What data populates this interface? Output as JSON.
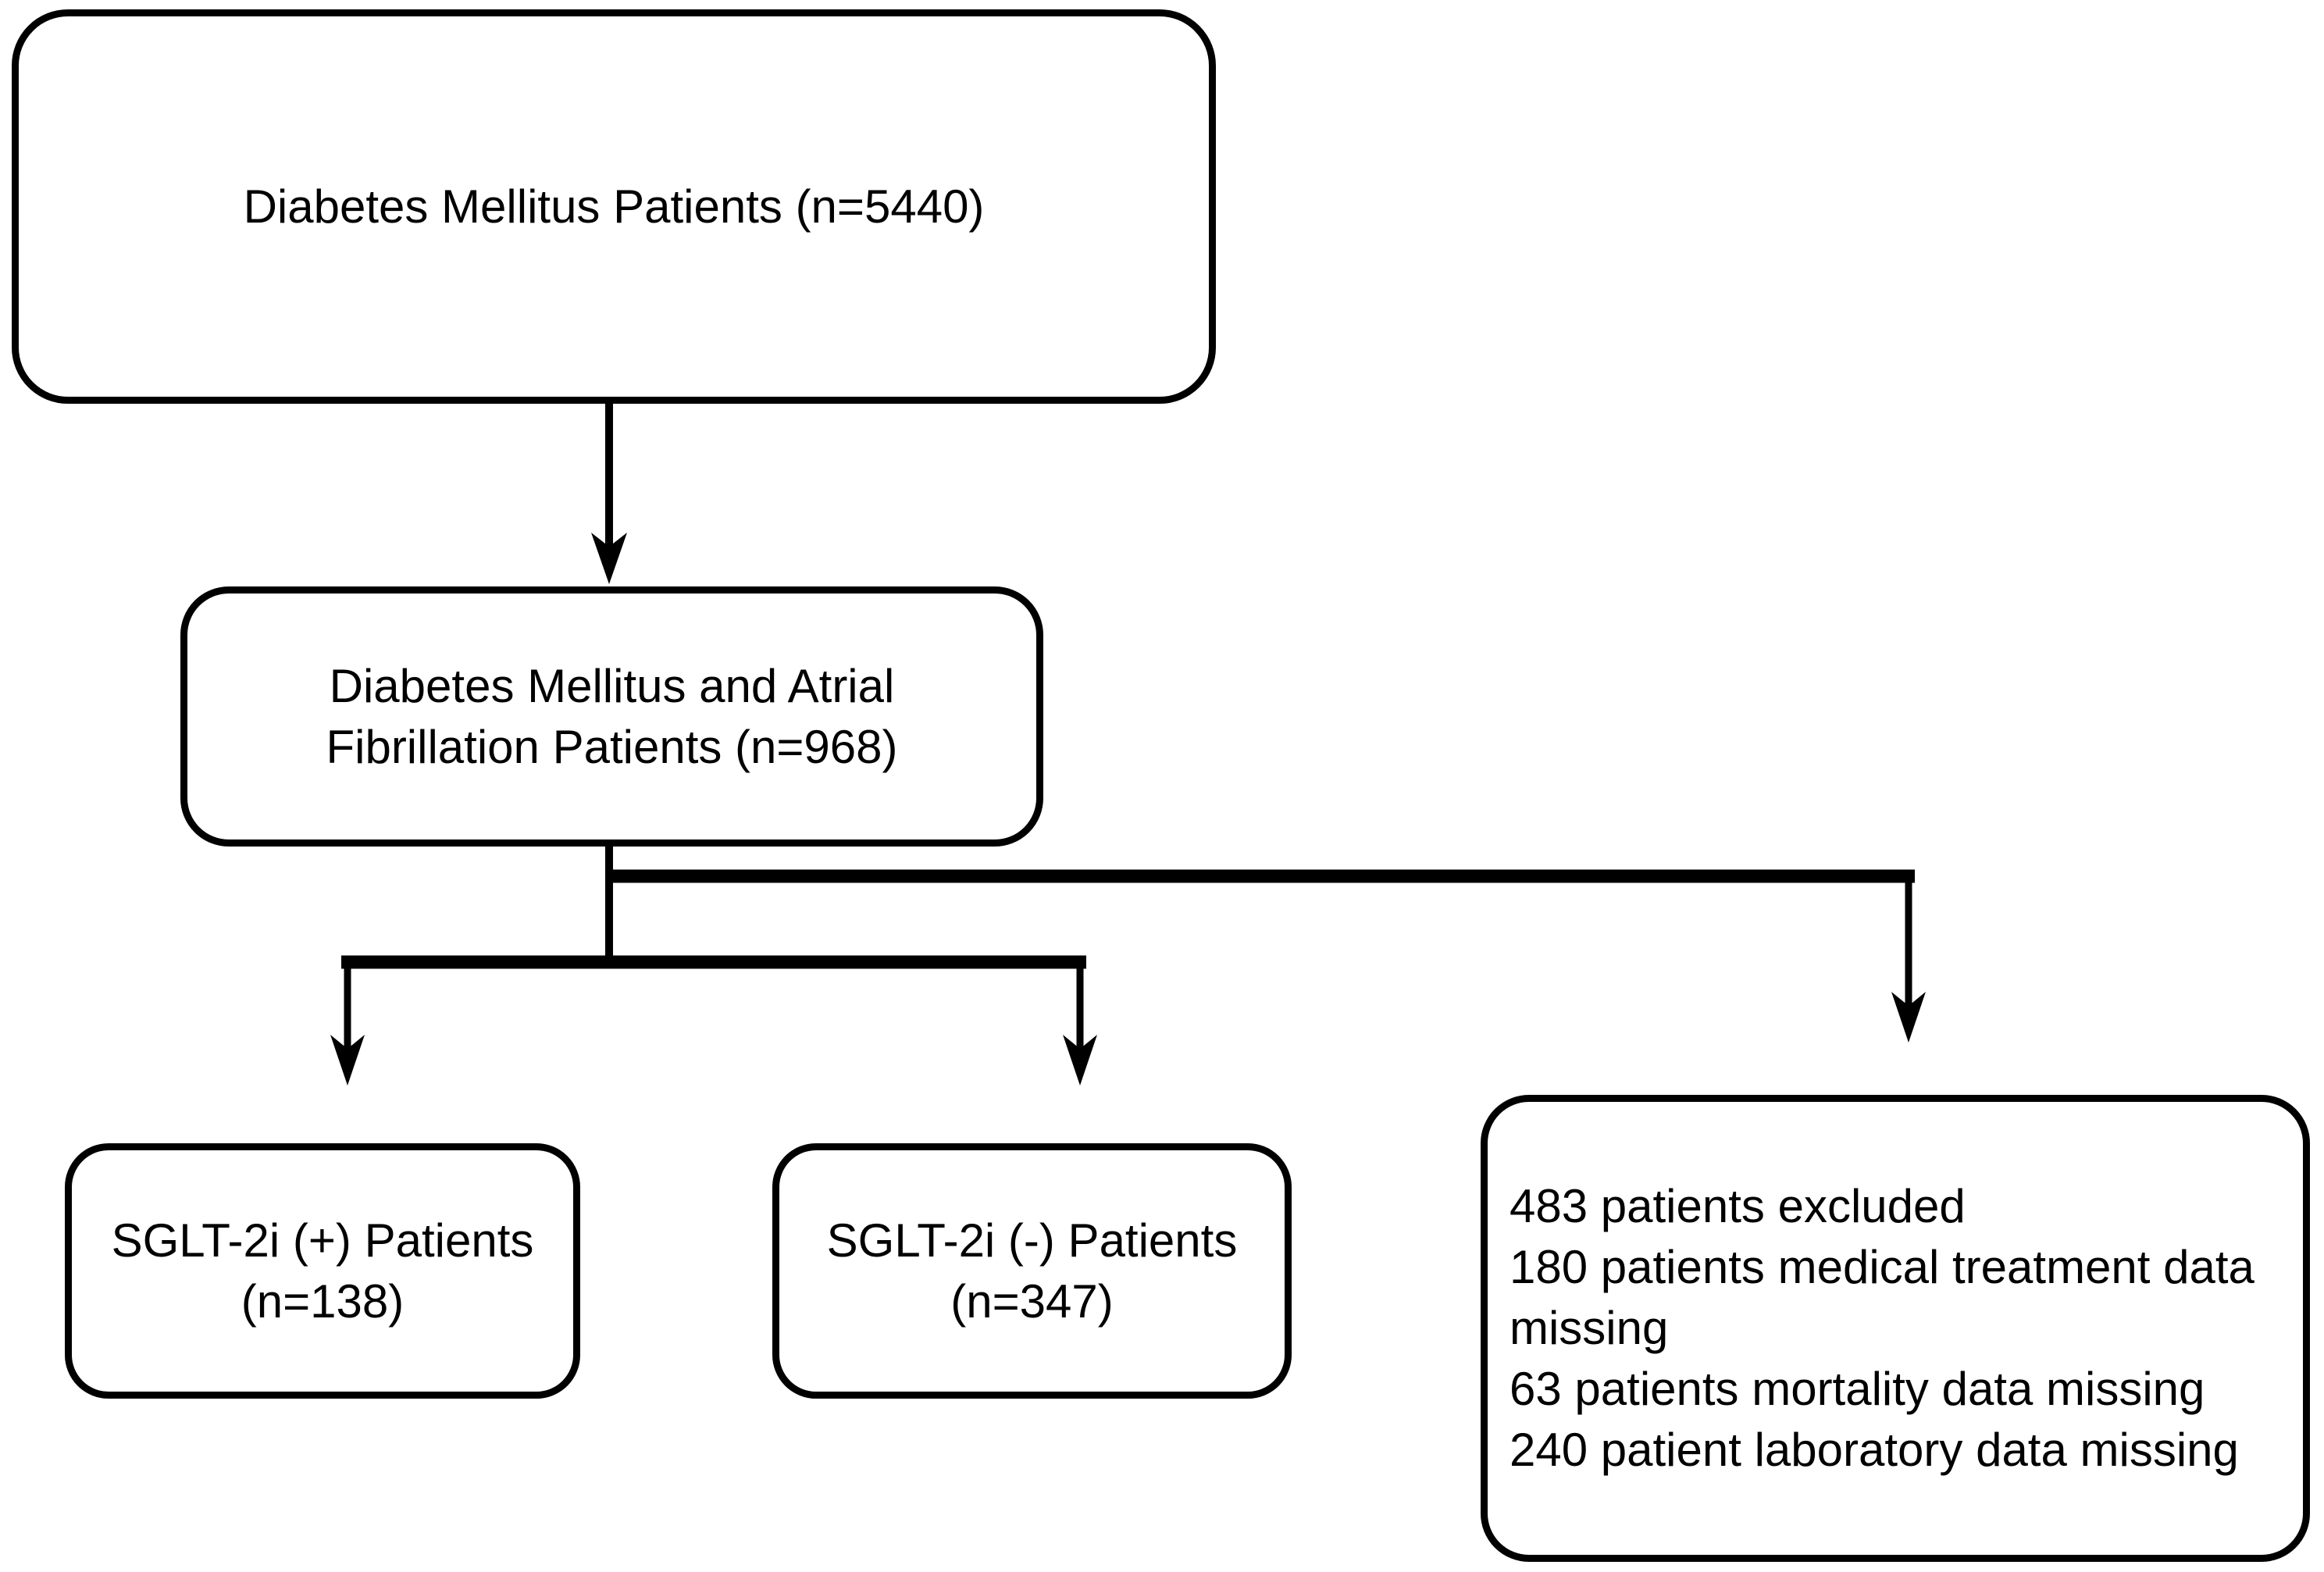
{
  "diagram": {
    "type": "flowchart",
    "colors": {
      "background": "#ffffff",
      "line": "#000000",
      "text": "#000000",
      "node_fill": "#ffffff"
    },
    "nodes": {
      "dm": {
        "lines": [
          "Diabetes Mellitus Patients (n=5440)"
        ],
        "n": 5440
      },
      "dmaf": {
        "lines": [
          "Diabetes Mellitus and Atrial",
          "Fibrillation Patients (n=968)"
        ],
        "n": 968
      },
      "sglt_pos": {
        "lines": [
          "SGLT-2i (+) Patients",
          "(n=138)"
        ],
        "n": 138
      },
      "sglt_neg": {
        "lines": [
          "SGLT-2i (-) Patients",
          "(n=347)"
        ],
        "n": 347
      },
      "excluded": {
        "lines": [
          "483 patients excluded",
          "180 patients medical treatment data missing",
          "63 patients mortality data missing",
          "240 patient laboratory data missing"
        ],
        "n": 483
      }
    },
    "edges": [
      {
        "from": "dm",
        "to": "dmaf"
      },
      {
        "from": "dmaf",
        "to": "sglt_pos"
      },
      {
        "from": "dmaf",
        "to": "sglt_neg"
      },
      {
        "from": "dmaf",
        "to": "excluded"
      }
    ]
  }
}
